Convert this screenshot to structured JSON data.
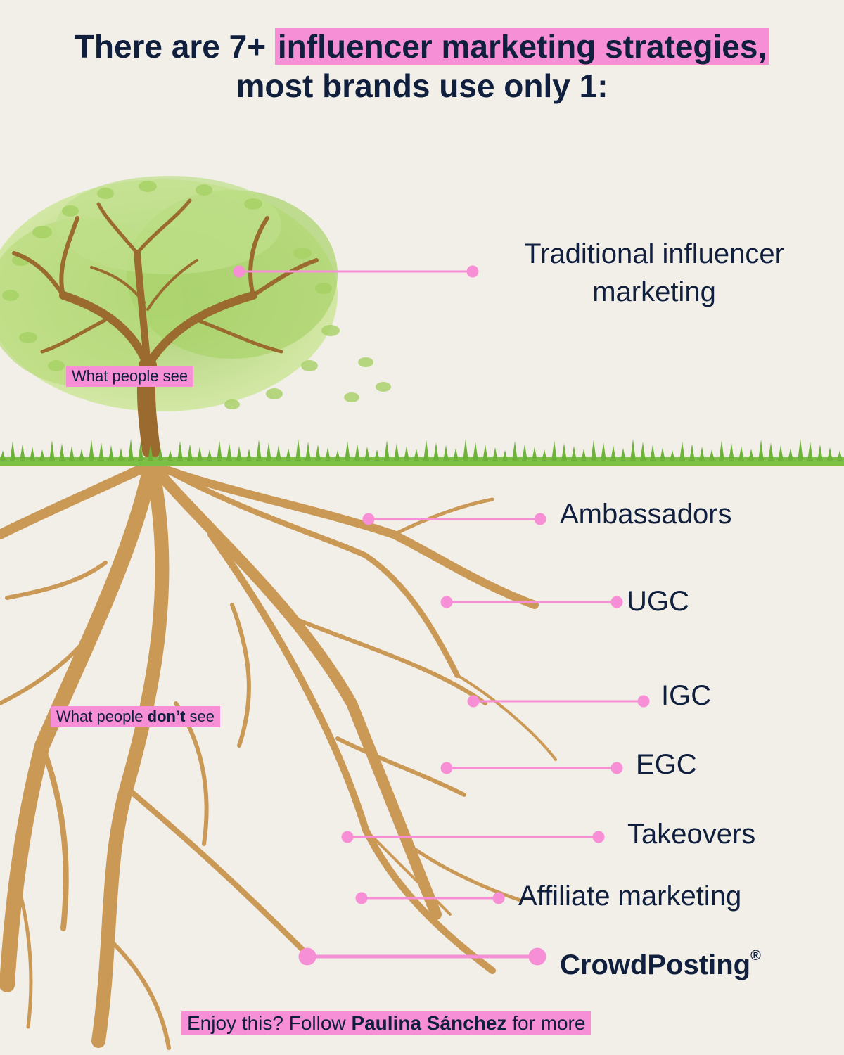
{
  "title": {
    "line1_prefix": "There are 7+",
    "line1_highlight": "influencer marketing strategies,",
    "line2": "most brands use only 1:"
  },
  "above_ground": {
    "tag": "What people see",
    "label_line1": "Traditional influencer",
    "label_line2": "marketing"
  },
  "below_ground": {
    "tag_prefix": "What people",
    "tag_bold": "don’t",
    "tag_suffix": "see",
    "strategies": [
      "Ambassadors",
      "UGC",
      "IGC",
      "EGC",
      "Takeovers",
      "Affiliate marketing",
      "CrowdPosting"
    ],
    "registered_mark": "®"
  },
  "footer": {
    "prefix": "Enjoy this? Follow",
    "name": "Paulina Sánchez",
    "suffix": "for more"
  },
  "colors": {
    "highlight": "#f78fd6",
    "connector": "#f78fd6",
    "text": "#0f1f3d",
    "foliage": "#9fcf5a",
    "bark": "#9a6a2e",
    "roots": "#c8924a",
    "grass": "#6fb23a",
    "background": "#f2efe8"
  }
}
